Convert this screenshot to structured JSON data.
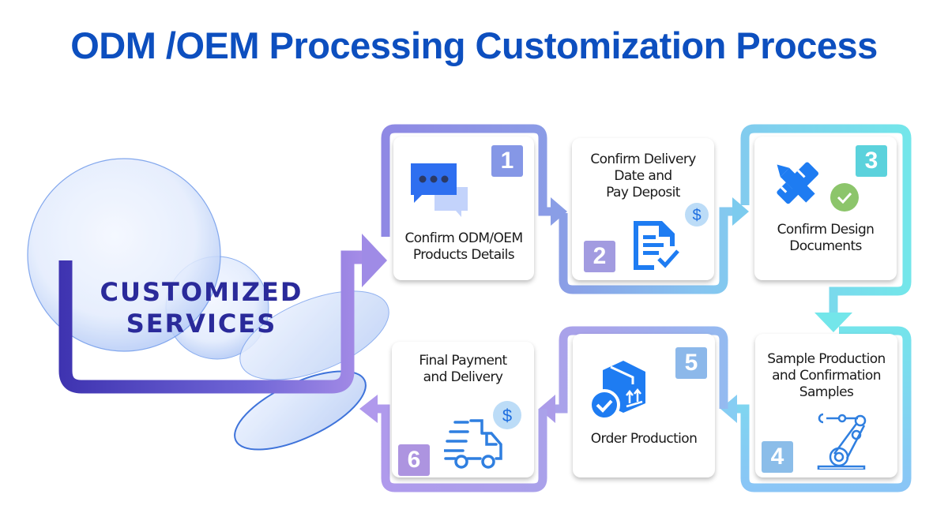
{
  "title": "ODM /OEM Processing Customization Process",
  "center_label": "CUSTOMIZED\nSERVICES",
  "steps": [
    {
      "number": "1",
      "label": "Confirm ODM/OEM\nProducts Details",
      "icon": "chat-bubbles-icon",
      "badge_color": "#8597e6"
    },
    {
      "number": "2",
      "label": "Confirm Delivery\nDate and\nPay Deposit",
      "icon": "document-check-icon",
      "badge_color": "#a29be0"
    },
    {
      "number": "3",
      "label": "Confirm Design\nDocuments",
      "icon": "ruler-pencil-icon",
      "badge_color": "#5bd2dc"
    },
    {
      "number": "4",
      "label": "Sample Production\nand Confirmation\nSamples",
      "icon": "robot-arm-icon",
      "badge_color": "#8bbde9"
    },
    {
      "number": "5",
      "label": "Order Production",
      "icon": "package-check-icon",
      "badge_color": "#8cb8ea"
    },
    {
      "number": "6",
      "label": "Final Payment\nand Delivery",
      "icon": "delivery-truck-icon",
      "badge_color": "#ad94e0"
    }
  ],
  "colors": {
    "title": "#0d4fbf",
    "icon_blue": "#1e7cf2",
    "check_green": "#8cc56b",
    "dollar_circle": "#bcdcf7"
  }
}
